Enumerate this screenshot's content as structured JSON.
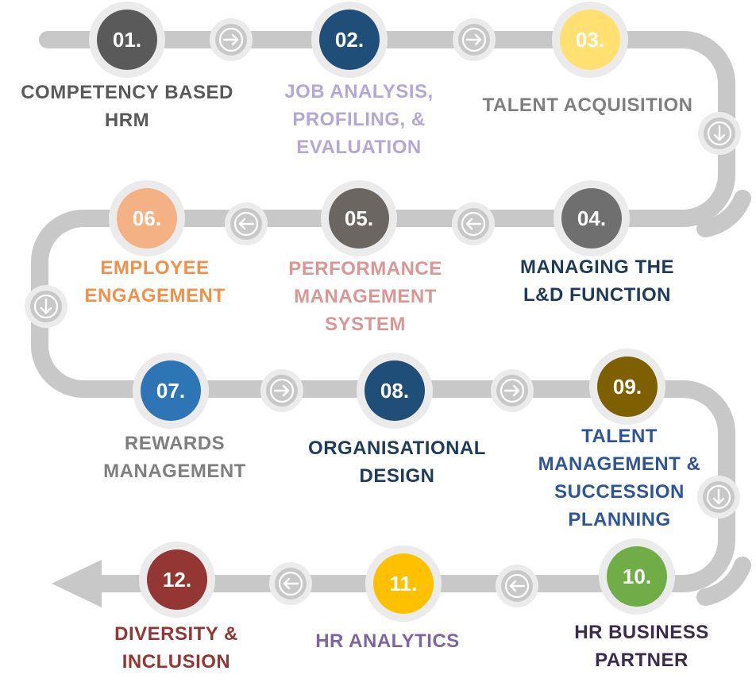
{
  "colors": {
    "road": "#c8c8c8",
    "ring": "#ebebeb",
    "arrow_badge_fill": "#c8c8c8",
    "arrow_badge_stroke": "#ffffff"
  },
  "steps": [
    {
      "number": "01.",
      "label_lines": [
        "COMPETENCY BASED",
        "HRM"
      ],
      "circle_color": "#5a5a5a",
      "number_color": "#ffffff",
      "label_color": "#595959"
    },
    {
      "number": "02.",
      "label_lines": [
        "JOB ANALYSIS,",
        "PROFILING, &",
        "EVALUATION"
      ],
      "circle_color": "#1f4e79",
      "number_color": "#ffffff",
      "label_color": "#b4a7d6"
    },
    {
      "number": "03.",
      "label_lines": [
        "TALENT ACQUISITION"
      ],
      "circle_color": "#ffe071",
      "number_color": "#ffffff",
      "label_color": "#7f7f7f"
    },
    {
      "number": "04.",
      "label_lines": [
        "MANAGING THE",
        "L&D FUNCTION"
      ],
      "circle_color": "#6f6f6f",
      "number_color": "#ffffff",
      "label_color": "#1f3b5c"
    },
    {
      "number": "05.",
      "label_lines": [
        "PERFORMANCE",
        "MANAGEMENT",
        "SYSTEM"
      ],
      "circle_color": "#6b6661",
      "number_color": "#ffffff",
      "label_color": "#d99694"
    },
    {
      "number": "06.",
      "label_lines": [
        "EMPLOYEE",
        "ENGAGEMENT"
      ],
      "circle_color": "#f4b183",
      "number_color": "#ffffff",
      "label_color": "#f0904a"
    },
    {
      "number": "07.",
      "label_lines": [
        "REWARDS",
        "MANAGEMENT"
      ],
      "circle_color": "#2e75b6",
      "number_color": "#ffffff",
      "label_color": "#7f7f7f"
    },
    {
      "number": "08.",
      "label_lines": [
        "ORGANISATIONAL",
        "DESIGN"
      ],
      "circle_color": "#1f4e79",
      "number_color": "#ffffff",
      "label_color": "#1f3b5c"
    },
    {
      "number": "09.",
      "label_lines": [
        "TALENT",
        "MANAGEMENT &",
        "SUCCESSION",
        "PLANNING"
      ],
      "circle_color": "#7f6000",
      "number_color": "#ffffff",
      "label_color": "#2e5597"
    },
    {
      "number": "10.",
      "label_lines": [
        "HR BUSINESS",
        "PARTNER"
      ],
      "circle_color": "#70ad47",
      "number_color": "#ffffff",
      "label_color": "#3b2c4f"
    },
    {
      "number": "11.",
      "label_lines": [
        "HR ANALYTICS"
      ],
      "circle_color": "#ffc000",
      "number_color": "#ffffff",
      "label_color": "#8064a2"
    },
    {
      "number": "12.",
      "label_lines": [
        "DIVERSITY &",
        "INCLUSION"
      ],
      "circle_color": "#943634",
      "number_color": "#ffffff",
      "label_color": "#943634"
    }
  ],
  "arrow_badges": [
    "right",
    "right",
    "down",
    "left",
    "left",
    "down",
    "right",
    "right",
    "down",
    "left",
    "left"
  ]
}
